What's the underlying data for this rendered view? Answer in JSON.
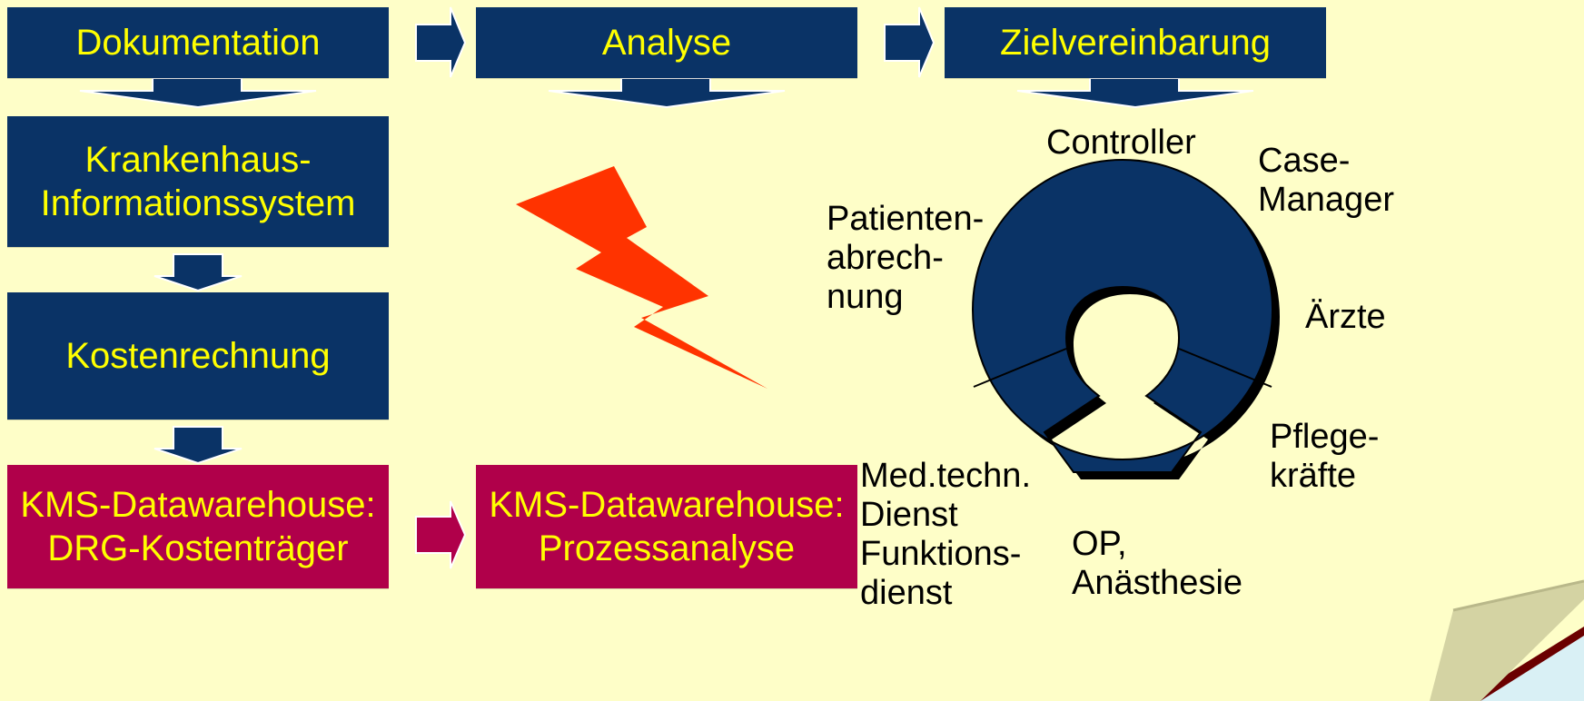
{
  "colors": {
    "background": "#fefec8",
    "navy": "#0a3366",
    "maroon": "#b0004a",
    "box_text": "#ffff00",
    "lightning": "#ff3300"
  },
  "top_row": {
    "documentation": "Dokumentation",
    "analysis": "Analyse",
    "goal_agreement": "Zielvereinbarung"
  },
  "left_column": {
    "his_line1": "Krankenhaus-",
    "his_line2": "Informationssystem",
    "cost_accounting": "Kostenrechnung",
    "dwh_drg_line1": "KMS-Datawarehouse:",
    "dwh_drg_line2": "DRG-Kostenträger"
  },
  "middle": {
    "dwh_process_line1": "KMS-Datawarehouse:",
    "dwh_process_line2": "Prozessanalyse"
  },
  "roles": {
    "controller": "Controller",
    "case_manager_line1": "Case-",
    "case_manager_line2": "Manager",
    "billing_line1": "Patienten-",
    "billing_line2": "abrech-",
    "billing_line3": "nung",
    "doctors": "Ärzte",
    "nursing_line1": "Pflege-",
    "nursing_line2": "kräfte",
    "medtech_line1": "Med.techn.",
    "medtech_line2": "Dienst",
    "medtech_line3": "Funktions-",
    "medtech_line4": "dienst",
    "op_line1": "OP,",
    "op_line2": "Anästhesie"
  },
  "icons": [
    "arrow-right-icon",
    "arrow-down-icon",
    "lightning-icon",
    "team-circle-icon",
    "page-curl-icon"
  ]
}
